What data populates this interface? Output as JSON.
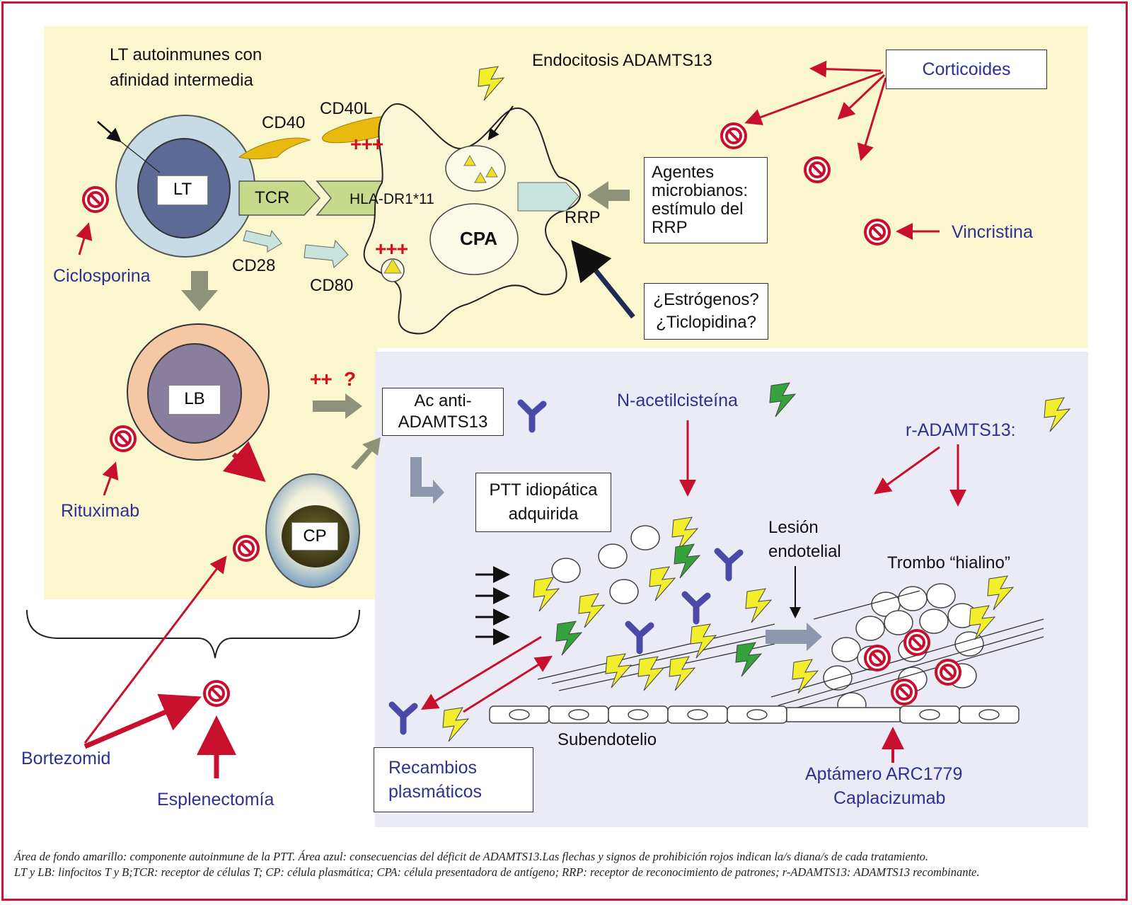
{
  "colors": {
    "frame": "#c4173a",
    "yellow_area": "#faf7cf",
    "blue_area": "#ebebf6",
    "drug_text": "#2e3192",
    "inhibit_red": "#c8102e",
    "antibody_blue": "#4b49a8",
    "lightning_yellow": "#f3ee2b",
    "lightning_green": "#35a23c"
  },
  "yellow_zone": {
    "title_line1": "LT autoinmunes con",
    "title_line2": "afinidad intermedia",
    "cd40": "CD40",
    "cd40l": "CD40L",
    "plus_top": "+++",
    "plus_bottom": "+++",
    "lt": "LT",
    "tcr": "TCR",
    "hla": "HLA-DR1*11",
    "cd28": "CD28",
    "cd80": "CD80",
    "cpa": "CPA",
    "rrp": "RRP",
    "endocytosis": "Endocitosis ADAMTS13",
    "agents_box": [
      "Agentes",
      "microbianos:",
      "estímulo del",
      "RRP"
    ],
    "estrogen_box": [
      "¿Estrógenos?",
      "¿Ticlopidina?"
    ],
    "lb": "LB",
    "cp": "CP",
    "plus_lb": "++",
    "question": "?"
  },
  "drugs": {
    "corticoides": "Corticoides",
    "vincristina": "Vincristina",
    "ciclosporina": "Ciclosporina",
    "rituximab": "Rituximab",
    "bortezomid": "Bortezomid",
    "esplenectomia": "Esplenectomía",
    "n_acetil": "N-acetilcisteína",
    "r_adamts13": "r-ADAMTS13:",
    "recambios": [
      "Recambios",
      "plasmáticos"
    ],
    "aptamero": "Aptámero ARC1779",
    "caplacizumab": "Caplacizumab"
  },
  "blue_zone": {
    "ac_box": [
      "Ac anti-",
      "ADAMTS13"
    ],
    "ptt_box": [
      "PTT idiopática",
      "adquirida"
    ],
    "lesion": [
      "Lesión",
      "endotelial"
    ],
    "trombo": "Trombo “hialino”",
    "subendotelio": "Subendotelio"
  },
  "caption": {
    "line1": "Área de fondo amarillo: componente autoinmune de la PTT. Área azul: consecuencias del déficit de ADAMTS13.Las flechas y signos de prohibición rojos indican la/s diana/s de cada tratamiento.",
    "line2": "LT y LB: linfocitos T y B;TCR: receptor de células T; CP: célula plasmática; CPA: célula presentadora de antígeno; RRP: receptor de reconocimiento de patrones; r-ADAMTS13: ADAMTS13 recombinante."
  }
}
